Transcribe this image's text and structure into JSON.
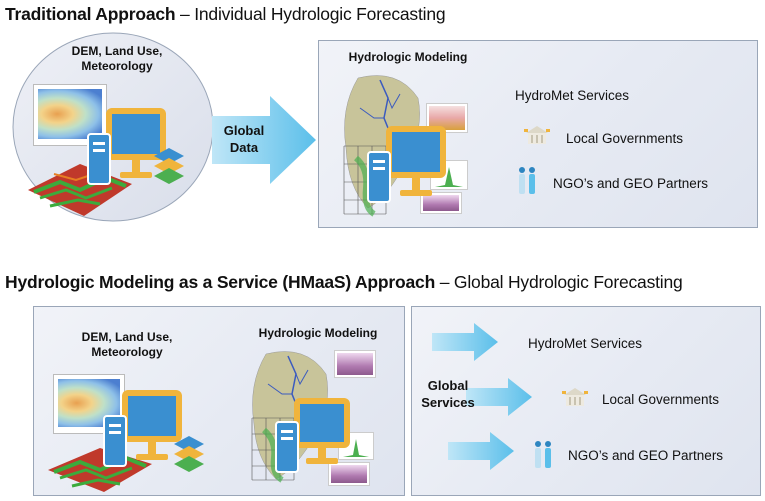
{
  "section1": {
    "title_bold": "Traditional Approach",
    "title_rest": " – Individual Hydrologic Forecasting",
    "inputs_label_line1": "DEM, Land Use,",
    "inputs_label_line2": "Meteorology",
    "arrow_label_line1": "Global",
    "arrow_label_line2": "Data",
    "modeling_label": "Hydrologic Modeling",
    "services": [
      "HydroMet Services",
      "Local Governments",
      "NGO’s and GEO Partners"
    ]
  },
  "section2": {
    "title_bold": "Hydrologic Modeling as a Service (HMaaS) Approach",
    "title_rest": " – Global Hydrologic Forecasting",
    "inputs_label_line1": "DEM, Land Use,",
    "inputs_label_line2": "Meteorology",
    "modeling_label": "Hydrologic Modeling",
    "services_label_line1": "Global",
    "services_label_line2": "Services",
    "services": [
      "HydroMet Services",
      "Local Governments",
      "NGO’s and GEO Partners"
    ]
  },
  "colors": {
    "arrow": "#5bbfea",
    "monitor_frame": "#f0b43c",
    "monitor_screen": "#3a8fd0",
    "panel_border": "#9aa6b8"
  },
  "icons": [
    "weather-map-icon",
    "terrain-map-icon",
    "computer-icon",
    "layers-icon",
    "watershed-map-icon",
    "hydrograph-icon",
    "government-building-icon",
    "people-icon"
  ]
}
